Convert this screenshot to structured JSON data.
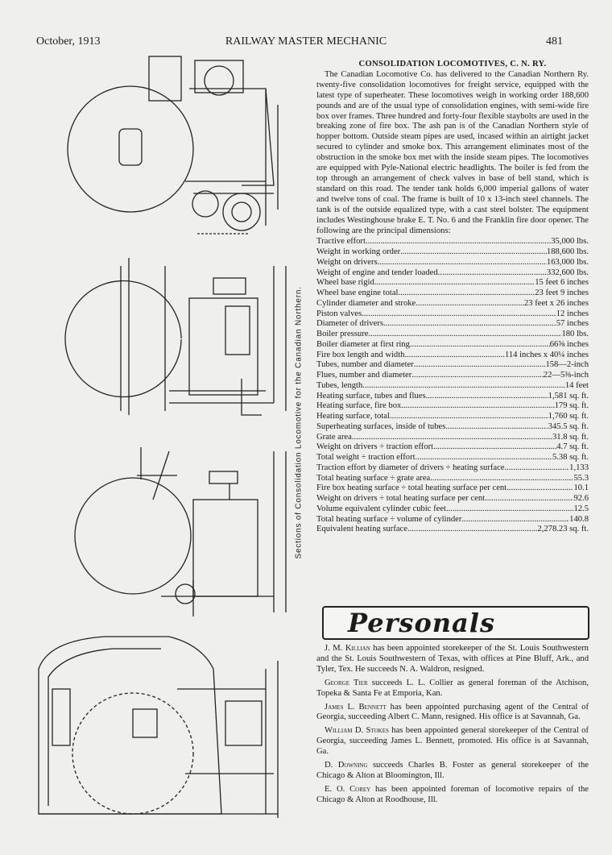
{
  "header": {
    "date": "October, 1913",
    "title": "RAILWAY MASTER MECHANIC",
    "page": "481"
  },
  "figure_caption": "Sections of Consolidation Locomotive for the Canadian Northern.",
  "article": {
    "title": "CONSOLIDATION LOCOMOTIVES, C. N. RY.",
    "body": "The Canadian Locomotive Co. has delivered to the Canadian Northern Ry. twenty-five consolidation locomotives for freight service, equipped with the latest type of superheater. These locomotives weigh in working order 188,600 pounds and are of the usual type of consolidation engines, with semi-wide fire box over frames. Three hundred and forty-four flexible staybolts are used in the breaking zone of fire box. The ash pan is of the Canadian Northern style of hopper bottom. Outside steam pipes are used, incased within an airtight jacket secured to cylinder and smoke box. This arrangement eliminates most of the obstruction in the smoke box met with the inside steam pipes. The locomotives are equipped with Pyle-National electric headlights. The boiler is fed from the top through an arrangement of check valves in base of bell stand, which is standard on this road. The tender tank holds 6,000 imperial gallons of water and twelve tons of coal. The frame is built of 10 x 13-inch steel channels. The tank is of the outside equalized type, with a cast steel bolster. The equipment includes Westinghouse brake E. T. No. 6 and the Franklin fire door opener. The following are the principal dimensions:",
    "dimensions": [
      {
        "label": "Tractive effort",
        "value": "35,000 lbs."
      },
      {
        "label": "Weight in working order",
        "value": "188,600 lbs."
      },
      {
        "label": "Weight on drivers",
        "value": "163,000 lbs."
      },
      {
        "label": "Weight of engine and tender loaded",
        "value": "332,600 lbs."
      },
      {
        "label": "Wheel base rigid",
        "value": "15 feet 6 inches"
      },
      {
        "label": "Wheel base engine total",
        "value": "23 feet 9 inches"
      },
      {
        "label": "Cylinder diameter and stroke",
        "value": "23 feet x 26 inches"
      },
      {
        "label": "Piston valves",
        "value": "12 inches"
      },
      {
        "label": "Diameter of drivers",
        "value": "57 inches"
      },
      {
        "label": "Boiler pressure",
        "value": "180 lbs."
      },
      {
        "label": "Boiler diameter at first ring",
        "value": "66⅝ inches"
      },
      {
        "label": "Fire box length and width",
        "value": "114 inches x 40¼ inches"
      },
      {
        "label": "Tubes, number and diameter",
        "value": "158—2-inch"
      },
      {
        "label": "Flues, number and diameter",
        "value": "22—5⅜-inch"
      },
      {
        "label": "Tubes, length",
        "value": "14 feet"
      },
      {
        "label": "Heating surface, tubes and flues",
        "value": "1,581 sq. ft."
      },
      {
        "label": "Heating surface, fire box",
        "value": "179 sq. ft."
      },
      {
        "label": "Heating surface, total",
        "value": "1,760 sq. ft."
      },
      {
        "label": "Superheating surfaces, inside of tubes",
        "value": "345.5 sq. ft."
      },
      {
        "label": "Grate area",
        "value": "31.8 sq. ft."
      },
      {
        "label": "Weight on drivers ÷ traction effort",
        "value": "4.7 sq. ft."
      },
      {
        "label": "Total weight ÷ traction effort",
        "value": "5.38 sq. ft."
      },
      {
        "label": "Traction effort by diameter of drivers ÷ heating surface",
        "value": "1,133"
      },
      {
        "label": "Total heating surface ÷ grate area",
        "value": "55.3"
      },
      {
        "label": "Fire box heating surface ÷ total heating surface per cent",
        "value": "10.1"
      },
      {
        "label": "Weight on drivers ÷ total heating surface per cent",
        "value": "92.6"
      },
      {
        "label": "Volume equivalent cylinder cubic feet",
        "value": "12.5"
      },
      {
        "label": "Total heating surface ÷ volume of cylinder",
        "value": "140.8"
      },
      {
        "label": "Equivalent heating surface",
        "value": "2,278.23 sq. ft."
      }
    ]
  },
  "personals": {
    "banner": "Personals",
    "items": [
      {
        "name": "J. M. Killian",
        "text": " has been appointed storekeeper of the St. Louis Southwestern and the St. Louis Southwestern of Texas, with offices at Pine Bluff, Ark., and Tyler, Tex. He succeeds N. A. Waldron, resigned."
      },
      {
        "name": "George Tier",
        "text": " succeeds L. L. Collier as general foreman of the Atchison, Topeka & Santa Fe at Emporia, Kan."
      },
      {
        "name": "James L. Bennett",
        "text": " has been appointed purchasing agent of the Central of Georgia, succeeding Albert C. Mann, resigned. His office is at Savannah, Ga."
      },
      {
        "name": "William D. Stokes",
        "text": " has been appointed general storekeeper of the Central of Georgia, succeeding James L. Bennett, promoted. His office is at Savannah, Ga."
      },
      {
        "name": "D. Downing",
        "text": " succeeds Charles B. Foster as general storekeeper of the Chicago & Alton at Bloomington, Ill."
      },
      {
        "name": "E. O. Corey",
        "text": " has been appointed foreman of locomotive repairs of the Chicago & Alton at Roodhouse, Ill."
      }
    ]
  }
}
